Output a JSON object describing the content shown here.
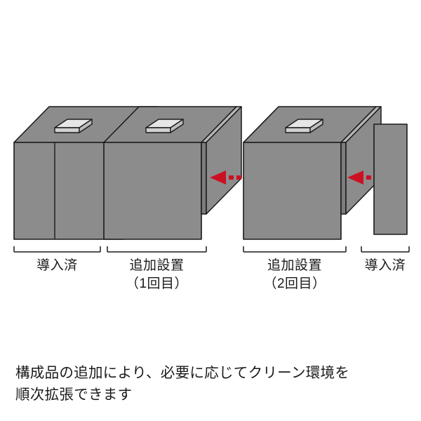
{
  "diagram": {
    "type": "isometric-equipment-expansion",
    "colors": {
      "unit_top": "#8c8c8c",
      "unit_front": "#8c8c8c",
      "unit_side": "#8c8c8c",
      "panel": "#8c8c8c",
      "outline": "#1a1a1a",
      "arrow": "#cc1122",
      "dots": "#cc1122",
      "text": "#1a1a1a"
    },
    "units": [
      {
        "id": "unit-1",
        "label_index": 0
      },
      {
        "id": "unit-2",
        "label_index": 1
      },
      {
        "id": "unit-3",
        "label_index": 2
      }
    ],
    "panels": [
      {
        "id": "panel-middle"
      },
      {
        "id": "panel-right"
      }
    ],
    "arrows": [
      {
        "id": "arrow-1",
        "direction": "left"
      },
      {
        "id": "arrow-2",
        "direction": "left"
      }
    ],
    "labels": [
      {
        "id": "label-installed-left",
        "lines": [
          "導入済"
        ]
      },
      {
        "id": "label-addition-1",
        "lines": [
          "追加設置",
          "（1回目）"
        ]
      },
      {
        "id": "label-addition-2",
        "lines": [
          "追加設置",
          "（2回目）"
        ]
      },
      {
        "id": "label-installed-right",
        "lines": [
          "導入済"
        ]
      }
    ]
  },
  "caption": {
    "line1": "構成品の追加により、必要に応じてクリーン環境を",
    "line2": "順次拡張できます"
  }
}
